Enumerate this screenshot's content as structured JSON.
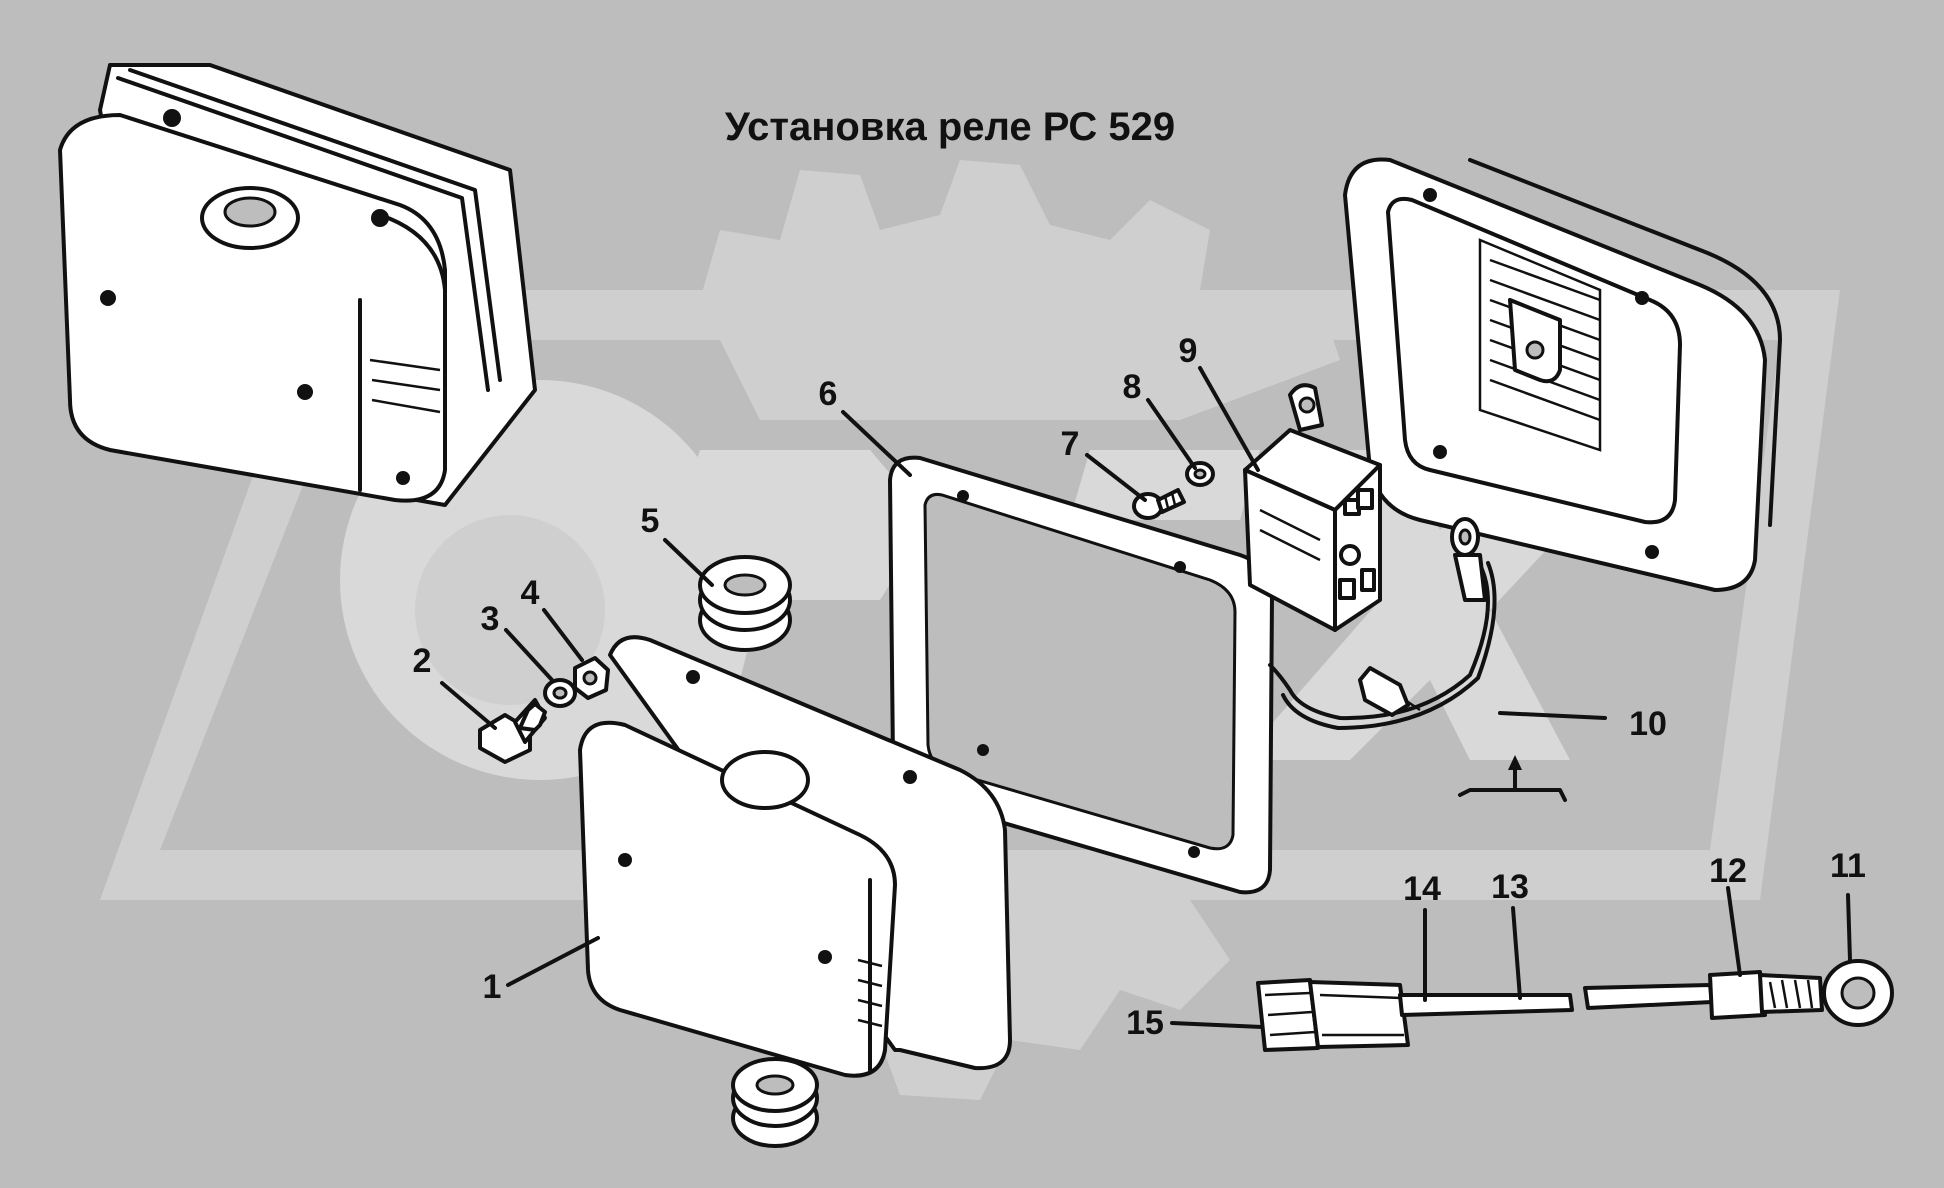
{
  "title": "Установка реле РС 529",
  "colors": {
    "background": "#bdbdbd",
    "line": "#111111",
    "part_fill": "#ffffff",
    "watermark": "#cfcfcf"
  },
  "callouts": [
    {
      "id": "c1",
      "label": "1"
    },
    {
      "id": "c2",
      "label": "2"
    },
    {
      "id": "c3",
      "label": "3"
    },
    {
      "id": "c4",
      "label": "4"
    },
    {
      "id": "c5",
      "label": "5"
    },
    {
      "id": "c6",
      "label": "6"
    },
    {
      "id": "c7",
      "label": "7"
    },
    {
      "id": "c8",
      "label": "8"
    },
    {
      "id": "c9",
      "label": "9"
    },
    {
      "id": "c10",
      "label": "10"
    },
    {
      "id": "c11",
      "label": "11"
    },
    {
      "id": "c12",
      "label": "12"
    },
    {
      "id": "c13",
      "label": "13"
    },
    {
      "id": "c14",
      "label": "14"
    },
    {
      "id": "c15",
      "label": "15"
    }
  ]
}
